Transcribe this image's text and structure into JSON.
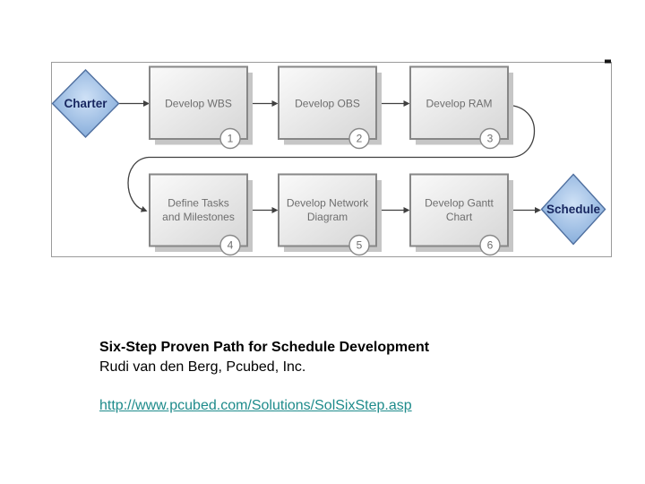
{
  "diagram": {
    "start": {
      "label": "Charter"
    },
    "end": {
      "label": "Schedule"
    },
    "steps": [
      {
        "number": "1",
        "lines": [
          "Develop WBS"
        ]
      },
      {
        "number": "2",
        "lines": [
          "Develop OBS"
        ]
      },
      {
        "number": "3",
        "lines": [
          "Develop RAM"
        ]
      },
      {
        "number": "4",
        "lines": [
          "Define Tasks",
          "and Milestones"
        ]
      },
      {
        "number": "5",
        "lines": [
          "Develop Network",
          "Diagram"
        ]
      },
      {
        "number": "6",
        "lines": [
          "Develop Gantt",
          "Chart"
        ]
      }
    ]
  },
  "caption": {
    "title": "Six-Step Proven Path for Schedule Development",
    "author": "Rudi van den Berg, Pcubed, Inc.",
    "link": "http://www.pcubed.com/Solutions/SolSixStep.asp"
  },
  "colors": {
    "frame_border": "#9b9b9b",
    "box_fill_top": "#fafafa",
    "box_fill_bottom": "#d6d6d6",
    "box_border": "#878787",
    "box_shadow": "#c6c6c6",
    "box_text": "#6e6e6e",
    "diamond_fill_center": "#cfe1f6",
    "diamond_fill_edge": "#6591c5",
    "diamond_border": "#4f6f9f",
    "diamond_text": "#17265f",
    "connector": "#404040",
    "circle_fill": "#ffffff",
    "circle_border": "#888888",
    "circle_text": "#6e6e6e",
    "title_text": "#000000",
    "link_text": "#1e8b8b"
  }
}
